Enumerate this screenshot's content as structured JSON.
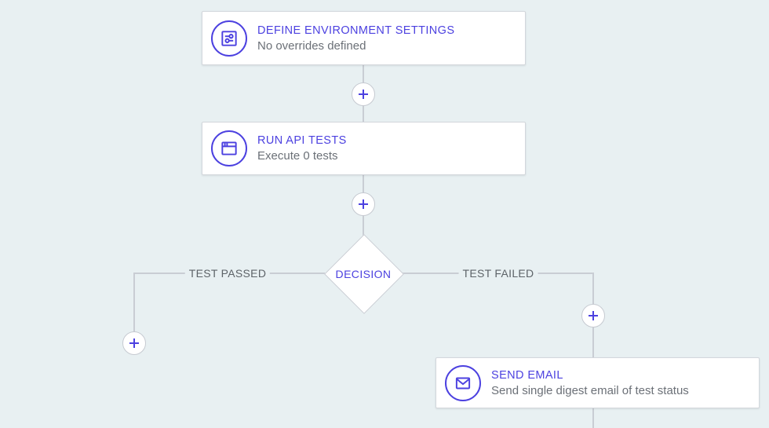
{
  "workflow": {
    "nodes": [
      {
        "icon": "environment-sliders-icon",
        "title": "DEFINE ENVIRONMENT SETTINGS",
        "subtitle": "No overrides defined"
      },
      {
        "icon": "browser-window-icon",
        "title": "RUN API TESTS",
        "subtitle": "Execute 0 tests"
      },
      {
        "icon": "envelope-icon",
        "title": "SEND EMAIL",
        "subtitle": "Send single digest email of test status"
      }
    ],
    "decision": {
      "label": "DECISION",
      "branch_left": "TEST PASSED",
      "branch_right": "TEST FAILED"
    }
  },
  "colors": {
    "accent": "#4c41e0",
    "background": "#e8f0f2",
    "connector": "#c9cdd4",
    "card_border": "#d3d7dc",
    "subtitle_text": "#6b7077",
    "branch_label_text": "#5d6368"
  }
}
